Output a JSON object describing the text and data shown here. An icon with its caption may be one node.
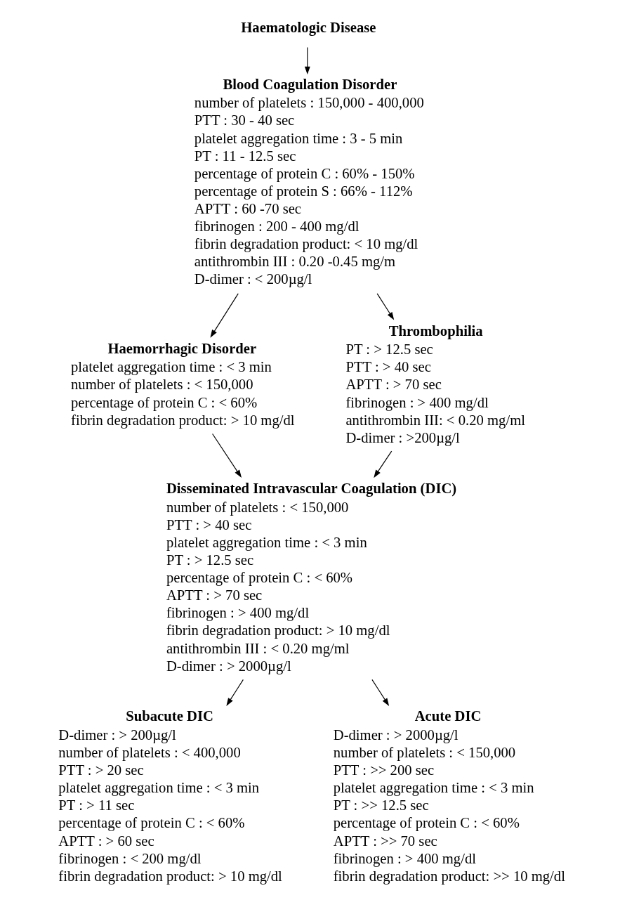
{
  "diagram": {
    "nodes": [
      {
        "text": [
          "Haematologic Disease"
        ]
      },
      {
        "text": [
          "Blood Coagulation Disorder",
          "number of platelets : 150,000 - 400,000",
          "PTT : 30 - 40 sec",
          "platelet aggregation time : 3 - 5 min",
          "PT : 11 - 12.5 sec",
          "percentage of protein C : 60% - 150%",
          "percentage of protein S : 66% - 112%",
          "APTT : 60 -70 sec",
          "fibrinogen : 200 - 400 mg/dl",
          "fibrin degradation product: < 10 mg/dl",
          "antithrombin III : 0.20 -0.45 mg/m",
          "D-dimer : < 200µg/l"
        ]
      },
      {
        "text": [
          "Haemorrhagic Disorder",
          "platelet aggregation time : < 3 min",
          "number of platelets : < 150,000",
          "percentage of protein C : < 60%",
          "fibrin degradation product: > 10 mg/dl"
        ]
      },
      {
        "text": [
          "Thrombophilia",
          "PT : > 12.5 sec",
          "PTT : > 40 sec",
          "APTT : > 70 sec",
          "fibrinogen : > 400 mg/dl",
          "antithrombin III: < 0.20 mg/ml",
          "D-dimer : >200µg/l"
        ]
      },
      {
        "text": [
          "Disseminated Intravascular Coagulation (DIC)",
          "number of platelets : < 150,000",
          "PTT : > 40 sec",
          "platelet aggregation time : < 3 min",
          "PT : > 12.5 sec",
          "percentage of protein C : < 60%",
          "APTT : > 70 sec",
          "fibrinogen : > 400 mg/dl",
          "fibrin degradation product: > 10 mg/dl",
          "antithrombin III : < 0.20 mg/ml",
          "D-dimer : > 2000µg/l"
        ]
      },
      {
        "text": [
          "Subacute DIC",
          "D-dimer : > 200µg/l",
          "number of platelets : < 400,000",
          "PTT : > 20 sec",
          "platelet aggregation time : < 3 min",
          "PT : > 11 sec",
          "percentage of protein C : < 60%",
          "APTT : > 60 sec",
          "fibrinogen : < 200 mg/dl",
          "fibrin degradation product: > 10 mg/dl"
        ]
      },
      {
        "text": [
          "Acute DIC",
          "D-dimer : > 2000µg/l",
          "number of platelets : < 150,000",
          "PTT : >> 200 sec",
          "platelet aggregation time : < 3 min",
          "PT : >> 12.5 sec",
          "percentage of protein C : < 60%",
          "APTT : >> 70 sec",
          "fibrinogen : > 400 mg/dl",
          "fibrin degradation product: >> 10 mg/dl"
        ]
      }
    ],
    "edges": [
      {
        "from": 0,
        "to": 1,
        "arrow": "to"
      },
      {
        "from": 1,
        "to": 2,
        "arrow": "to"
      },
      {
        "from": 1,
        "to": 3,
        "arrow": "to"
      },
      {
        "from": 2,
        "to": 4,
        "arrow": "to"
      },
      {
        "from": 3,
        "to": 4,
        "arrow": "to"
      },
      {
        "from": 4,
        "to": 5,
        "arrow": "to"
      },
      {
        "from": 4,
        "to": 6,
        "arrow": "to"
      }
    ]
  }
}
